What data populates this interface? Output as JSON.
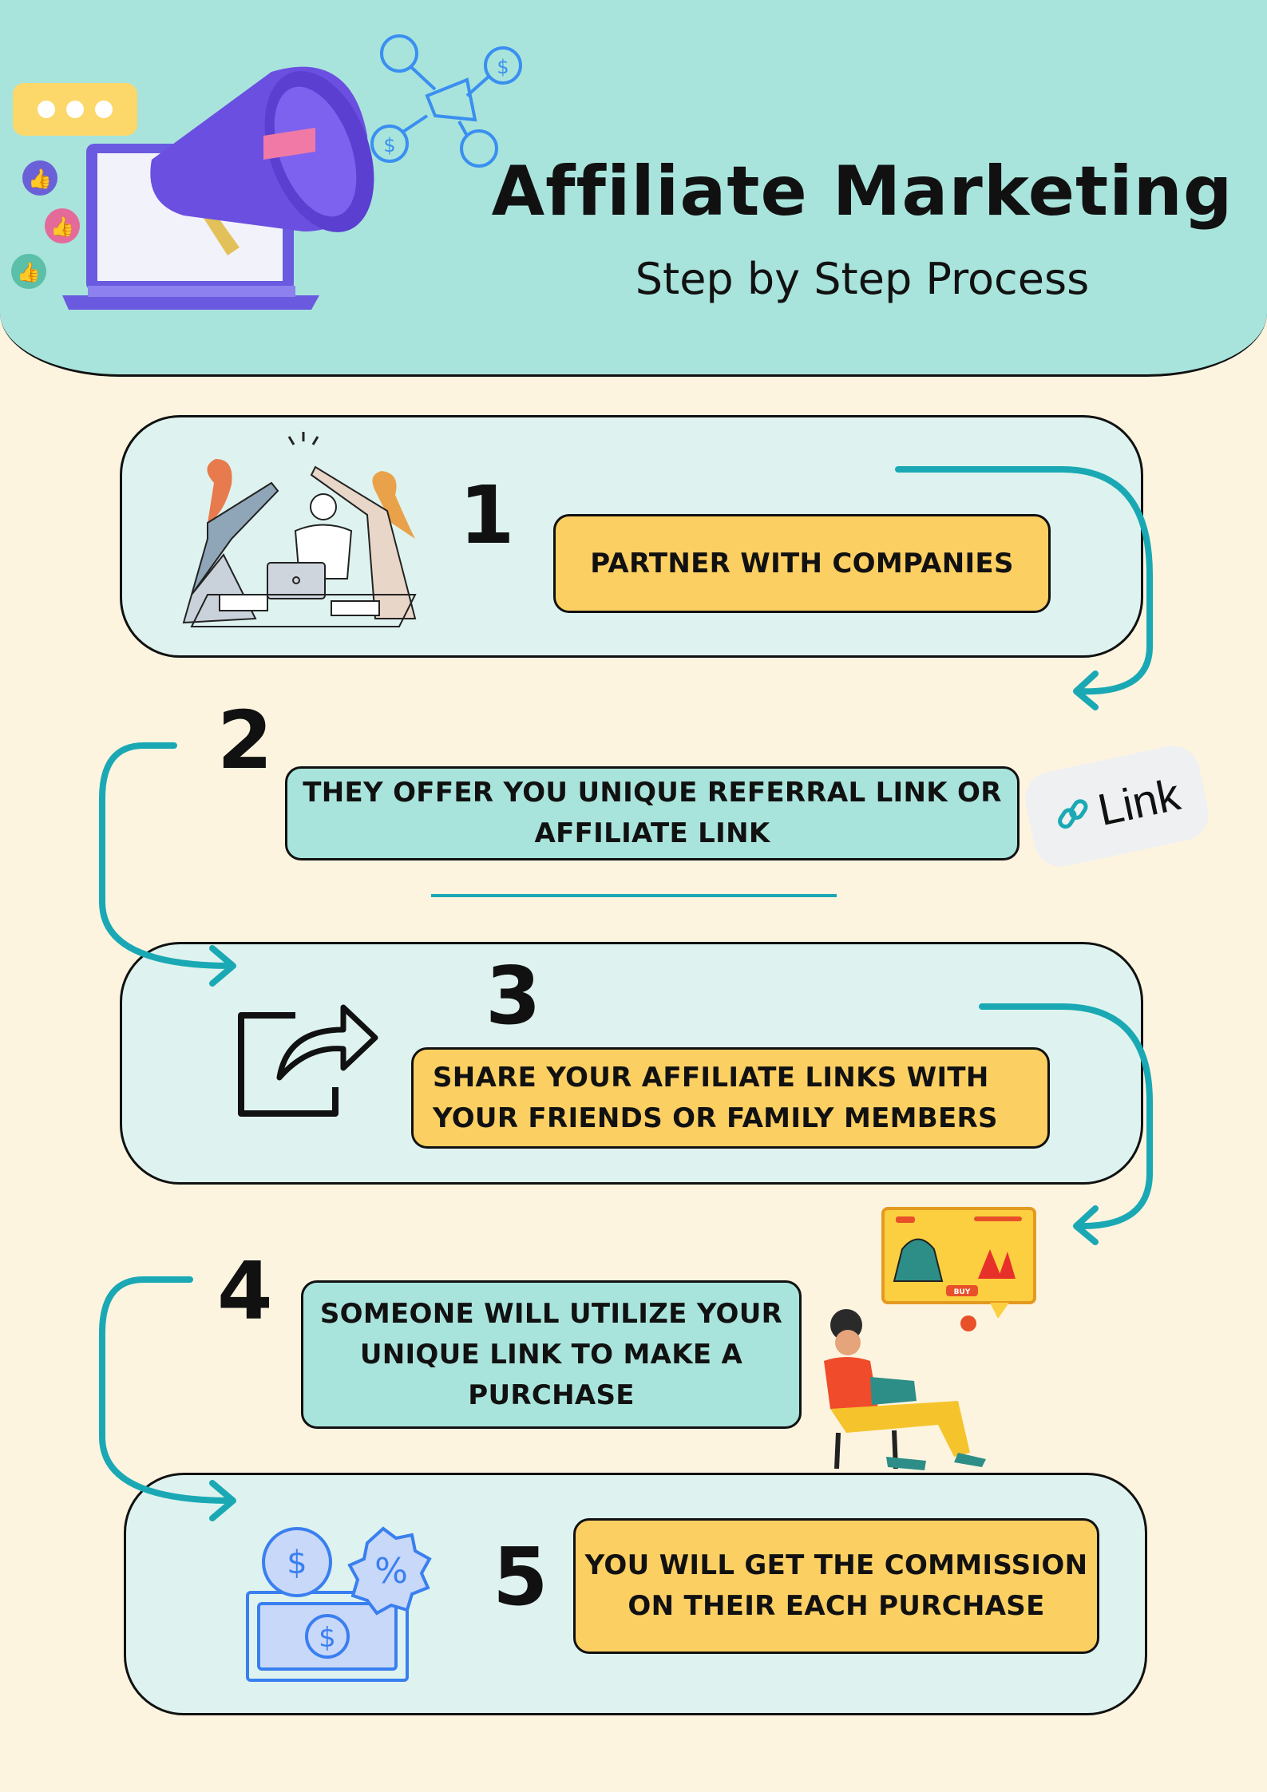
{
  "header": {
    "title": "Affiliate Marketing",
    "subtitle": "Step by Step Process"
  },
  "steps": [
    {
      "number": "1",
      "text": "PARTNER WITH COMPANIES",
      "icon": "high-five-team-icon"
    },
    {
      "number": "2",
      "text": "THEY OFFER YOU UNIQUE REFERRAL LINK OR AFFILIATE LINK",
      "icon": "link-icon"
    },
    {
      "number": "3",
      "text": "SHARE YOUR AFFILIATE LINKS WITH YOUR FRIENDS OR FAMILY MEMBERS",
      "icon": "share-icon"
    },
    {
      "number": "4",
      "text": "SOMEONE WILL UTILIZE YOUR UNIQUE LINK TO MAKE A PURCHASE",
      "icon": "online-shopper-icon"
    },
    {
      "number": "5",
      "text": "YOU WILL GET THE COMMISSION ON THEIR EACH PURCHASE",
      "icon": "money-percent-icon"
    }
  ],
  "link_chip": {
    "label": "Link"
  },
  "shop_screen": {
    "buy_label": "BUY"
  },
  "colors": {
    "header_bg": "#a8e4dc",
    "page_bg": "#fdf4e0",
    "card_bg": "#def3ef",
    "yellow_box": "#fccf62",
    "teal_box": "#a9e4dc",
    "arrow": "#1aa9b4",
    "megaphone": "#6b4fe0"
  }
}
